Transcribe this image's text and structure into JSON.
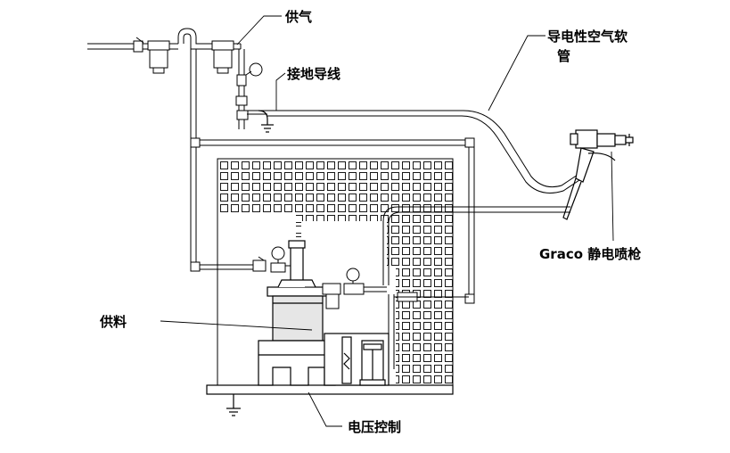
{
  "labels": {
    "air_supply": "供气",
    "ground_wire": "接地导线",
    "air_hose": "导电性空气软",
    "air_hose_line2": "管",
    "gun": "Graco 静电喷枪",
    "fluid_supply": "供料",
    "voltage_control": "电压控制"
  },
  "colors": {
    "line": "#000000",
    "background": "#ffffff",
    "tank": "#e6e6e6"
  }
}
